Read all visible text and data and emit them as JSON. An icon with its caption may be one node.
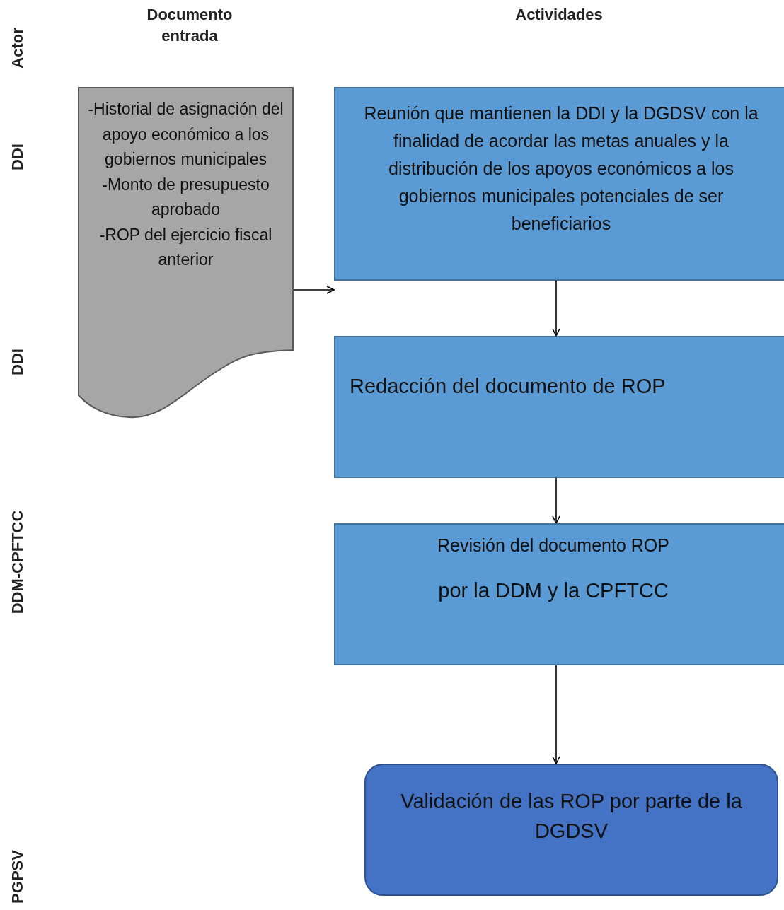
{
  "diagram": {
    "nodes": [
      {
        "text": [
          "-Historial de asignación del apoyo económico a los gobiernos municipales",
          "-Monto de presupuesto aprobado",
          "-ROP del ejercicio fiscal anterior"
        ]
      },
      {
        "text": [
          "Reunión que mantienen la DDI y la DGDSV con la finalidad de acordar las metas anuales y la distribución de los apoyos económicos a los gobiernos municipales potenciales de ser beneficiarios"
        ]
      },
      {
        "text": [
          "Redacción del documento de ROP"
        ]
      },
      {
        "text": [
          "Revisión del documento ROP",
          "por la DDM y la CPFTCC"
        ]
      },
      {
        "text": [
          "Validación de las ROP por parte de la DGDSV"
        ]
      }
    ],
    "edges": [
      {
        "from": 0,
        "to": 1,
        "arrow": "to"
      },
      {
        "from": 1,
        "to": 2,
        "arrow": "to"
      },
      {
        "from": 2,
        "to": 3,
        "arrow": "to"
      },
      {
        "from": 3,
        "to": 4,
        "arrow": "to"
      }
    ],
    "labels": [
      "Documento entrada",
      "Actividades",
      "Actor",
      "DDI",
      "DDI",
      "DDM-CPFTCC",
      "PGPSV"
    ]
  }
}
